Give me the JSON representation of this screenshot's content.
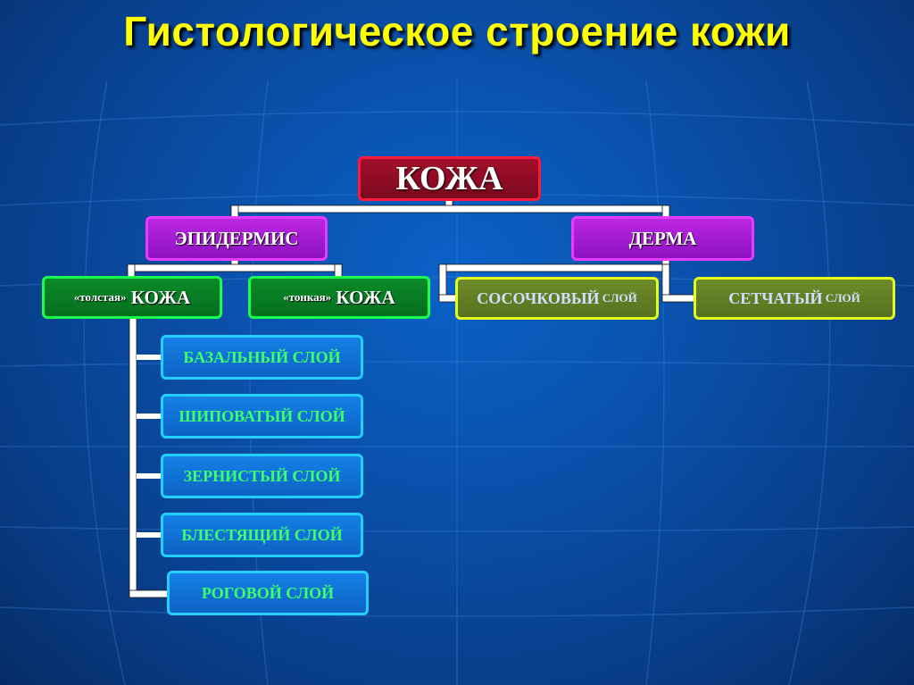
{
  "title": "Гистологическое строение кожи",
  "root": {
    "label": "КОЖА"
  },
  "epidermis": {
    "label": "ЭПИДЕРМИС",
    "children": [
      {
        "small": "«толстая»",
        "big": " КОЖА"
      },
      {
        "small": "«тонкая»",
        "big": " КОЖА"
      }
    ],
    "layers": [
      "БАЗАЛЬНЫЙ СЛОЙ",
      "ШИПОВАТЫЙ СЛОЙ",
      "ЗЕРНИСТЫЙ СЛОЙ",
      "БЛЕСТЯЩИЙ СЛОЙ",
      "РОГОВОЙ СЛОЙ"
    ]
  },
  "dermis": {
    "label": "ДЕРМА",
    "children": [
      {
        "big": "СОСОЧКОВЫЙ",
        "small": " СЛОЙ"
      },
      {
        "big": "СЕТЧАТЫЙ",
        "small": " СЛОЙ"
      }
    ]
  },
  "colors": {
    "background": "#0a4fa8",
    "title": "#ffff00",
    "root_fill": "#a40e2a",
    "root_border": "#ff1a3c",
    "purple_fill": "#bb27e3",
    "green_fill": "#0a8a28",
    "olive_fill": "#6e8b2a",
    "blue_fill": "#1480e6",
    "layer_text": "#3dff6b",
    "connector": "#ffffff"
  }
}
